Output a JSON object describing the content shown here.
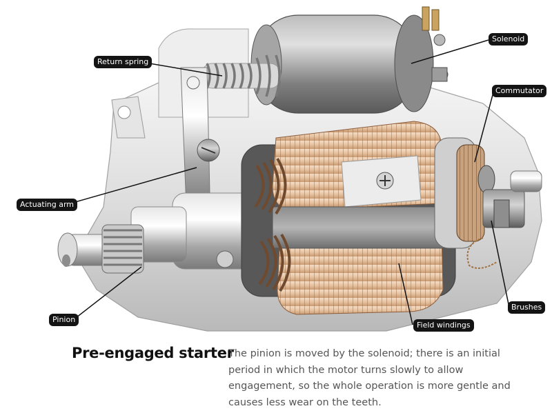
{
  "labels": {
    "solenoid": "Solenoid",
    "return_spring": "Return spring",
    "commutator": "Commutator",
    "actuating_arm": "Actuating arm",
    "brushes": "Brushes",
    "pinion": "Pinion",
    "field_windings": "Field windings"
  },
  "title": "Pre-engaged starter",
  "caption": "The pinion is moved by the solenoid; there is an initial period in which the motor turns slowly to allow engagement, so the whole operation is more gentle and causes less wear on the teeth."
}
